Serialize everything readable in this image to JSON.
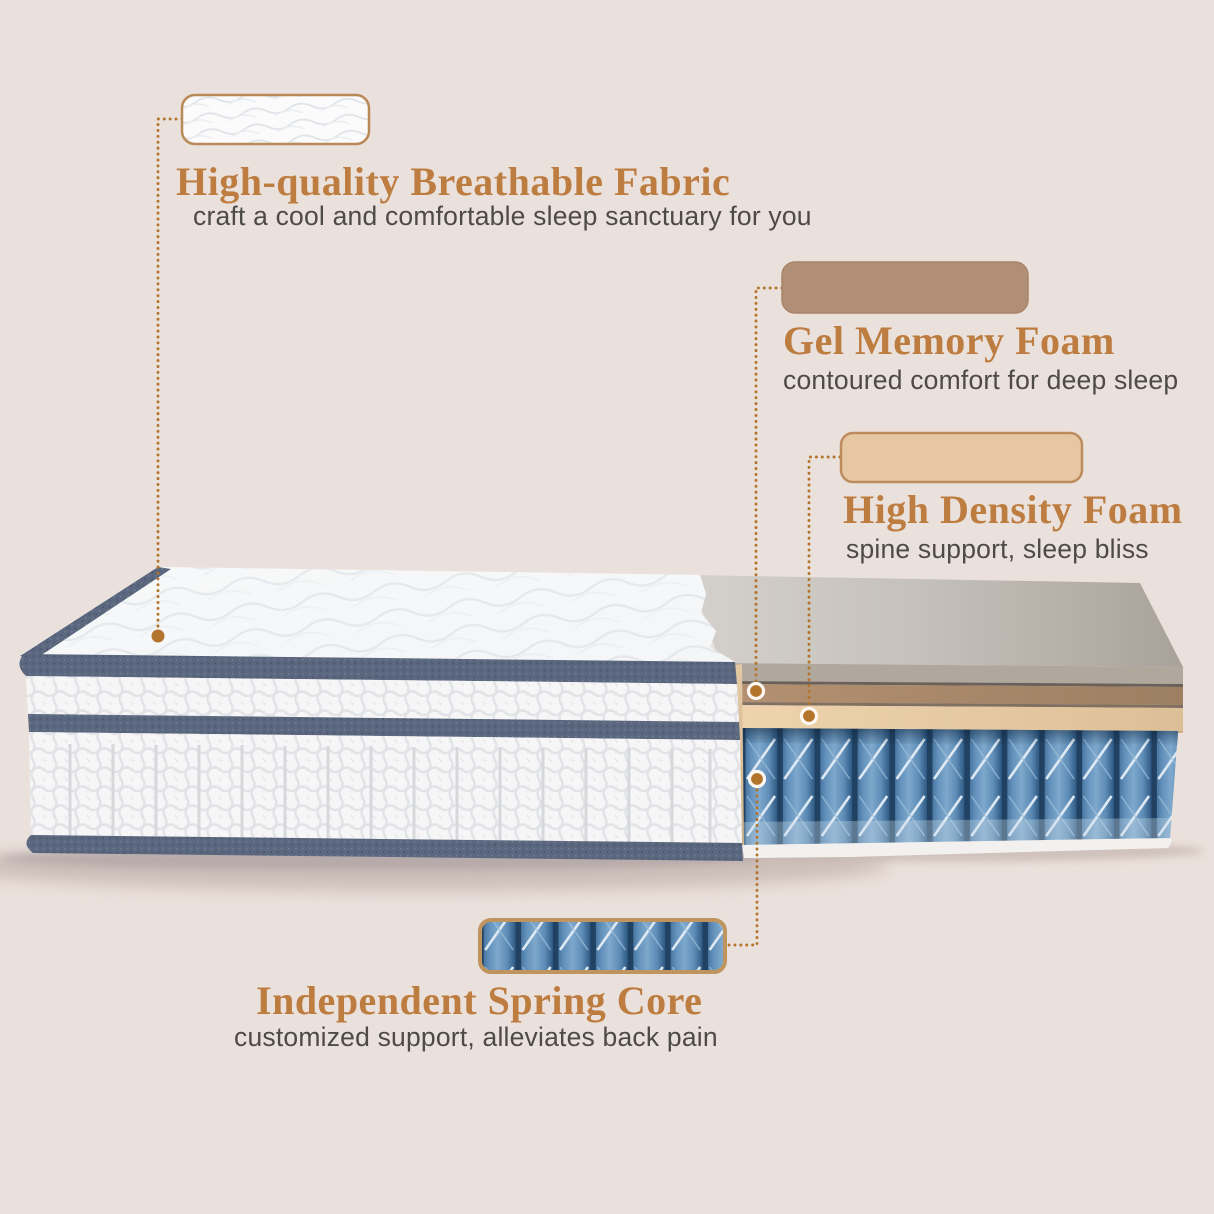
{
  "page": {
    "background": "#ebe1dc"
  },
  "palette": {
    "title_text": "#bd7d41",
    "subtitle_text": "#4e4a48",
    "leader_line": "#b3742c",
    "swatch_border": "#bd8b5d",
    "navy_trim": "#5a677f",
    "spring_blue": "#5d8cb6",
    "memory_foam_gray": "#c1bcb6",
    "gel_foam_layer": "#ab8b69",
    "high_density_layer": "#ead0ab",
    "gel_swatch_fill": "#b18f76",
    "high_density_swatch_fill": "#e7c7a3"
  },
  "callouts": {
    "fabric": {
      "title": "High-quality Breathable Fabric",
      "subtitle": "craft a cool and comfortable sleep sanctuary for you",
      "swatch_icon": "fabric-texture-swatch"
    },
    "gel_foam": {
      "title": "Gel Memory Foam",
      "subtitle": "contoured comfort for deep sleep",
      "swatch_icon": "gel-memory-foam-swatch"
    },
    "high_density_foam": {
      "title": "High Density Foam",
      "subtitle": "spine support, sleep bliss",
      "swatch_icon": "high-density-foam-swatch"
    },
    "spring_core": {
      "title": "Independent Spring Core",
      "subtitle": "customized support, alleviates back pain",
      "swatch_icon": "spring-core-swatch"
    }
  }
}
